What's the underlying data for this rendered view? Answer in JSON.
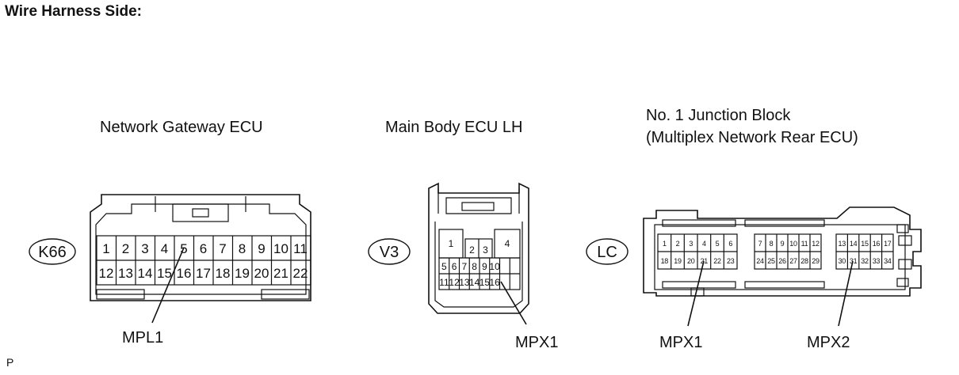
{
  "title": "Wire Harness Side:",
  "footer": "P",
  "connectors": [
    {
      "label": "Network Gateway ECU",
      "code": "K66",
      "pins": [
        "1",
        "2",
        "3",
        "4",
        "5",
        "6",
        "7",
        "8",
        "9",
        "10",
        "11",
        "12",
        "13",
        "14",
        "15",
        "16",
        "17",
        "18",
        "19",
        "20",
        "21",
        "22"
      ],
      "callouts": [
        "MPL1"
      ]
    },
    {
      "label": "Main Body ECU LH",
      "code": "V3",
      "pins": [
        "1",
        "2",
        "3",
        "4",
        "5",
        "6",
        "7",
        "8",
        "9",
        "10",
        "11",
        "12",
        "13",
        "14",
        "15",
        "16"
      ],
      "callouts": [
        "MPX1"
      ]
    },
    {
      "label_lines": [
        "No. 1 Junction Block",
        "(Multiplex Network Rear ECU)"
      ],
      "code": "LC",
      "pins": [
        "1",
        "2",
        "3",
        "4",
        "5",
        "6",
        "7",
        "8",
        "9",
        "10",
        "11",
        "12",
        "13",
        "14",
        "15",
        "16",
        "17",
        "18",
        "19",
        "20",
        "21",
        "22",
        "23",
        "24",
        "25",
        "26",
        "27",
        "28",
        "29",
        "30",
        "31",
        "32",
        "33",
        "34"
      ],
      "callouts": [
        "MPX1",
        "MPX2"
      ]
    }
  ]
}
